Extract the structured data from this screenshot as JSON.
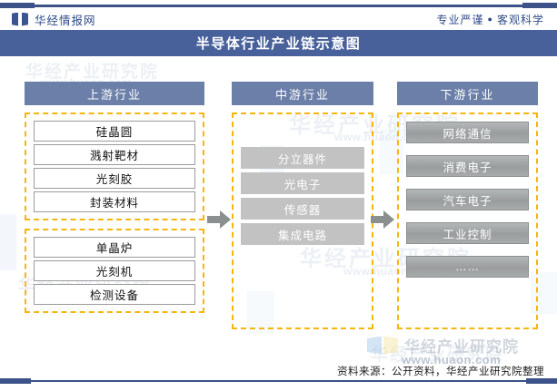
{
  "header": {
    "brand_name": "华经情报网",
    "tagline_left": "专业严谨",
    "tagline_sep": "●",
    "tagline_right": "客观科学",
    "title": "半导体行业产业链示意图",
    "accent_color": "#3c5288",
    "title_band_color": "#48619b"
  },
  "diagram": {
    "column_header_color": "#6b7fa8",
    "dash_color": "#f5b60d",
    "columns": [
      {
        "id": "upstream",
        "header": "上游行业",
        "groups": [
          {
            "id": "materials",
            "items": [
              "硅晶圆",
              "溅射靶材",
              "光刻胶",
              "封装材料"
            ]
          },
          {
            "id": "equipment",
            "items": [
              "单晶炉",
              "光刻机",
              "检测设备"
            ]
          }
        ]
      },
      {
        "id": "midstream",
        "header": "中游行业",
        "groups": [
          {
            "id": "products",
            "items": [
              "分立器件",
              "光电子",
              "传感器",
              "集成电路"
            ]
          }
        ]
      },
      {
        "id": "downstream",
        "header": "下游行业",
        "groups": [
          {
            "id": "applications",
            "items": [
              "网络通信",
              "消费电子",
              "汽车电子",
              "工业控制",
              "……"
            ]
          }
        ]
      }
    ],
    "arrows": [
      "arrow-upstream-to-midstream",
      "arrow-midstream-to-downstream"
    ],
    "arrow_color": "#8c8f90"
  },
  "watermarks": {
    "company": "华经产业研究院",
    "url": "www.huaon.com",
    "short": "华经产业研究院"
  },
  "footer": {
    "source": "资料来源：公开资料，华经产业研究院整理"
  }
}
